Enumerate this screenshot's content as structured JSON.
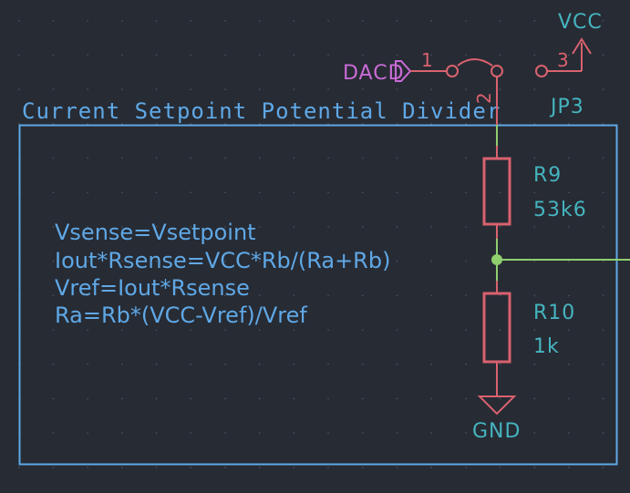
{
  "colors": {
    "background": "#272b34",
    "grid_dot": "#4a4f5a",
    "symbol": "#d9626e",
    "wire": "#8fcf6e",
    "junction": "#8fcf6e",
    "reference_text": "#45b4bf",
    "global_label": "#c96bd6",
    "notes_text": "#5fa8e6",
    "frame": "#5fa8e6"
  },
  "frame": {
    "title": "Current Setpoint Potential Divider"
  },
  "notes": {
    "lines": [
      "Vsense=Vsetpoint",
      "Iout*Rsense=VCC*Rb/(Ra+Rb)",
      "Vref=Iout*Rsense",
      "Ra=Rb*(VCC-Vref)/Vref"
    ]
  },
  "jumper": {
    "reference": "JP3",
    "pins": {
      "p1": "1",
      "p2": "2",
      "p3": "3"
    }
  },
  "global_label": {
    "text": "DACD"
  },
  "power": {
    "vcc": "VCC",
    "gnd": "GND"
  },
  "resistors": [
    {
      "reference": "R9",
      "value": "53k6"
    },
    {
      "reference": "R10",
      "value": "1k"
    }
  ]
}
